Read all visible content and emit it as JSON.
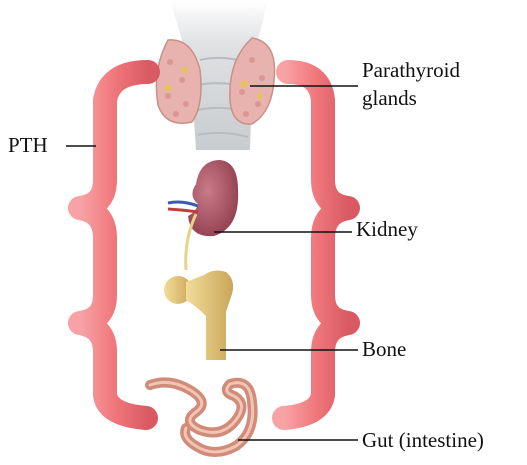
{
  "labels": {
    "parathyroid_line1": "Parathyroid",
    "parathyroid_line2": "glands",
    "pth": "PTH",
    "kidney": "Kidney",
    "bone": "Bone",
    "gut": "Gut (intestine)"
  },
  "colors": {
    "vessel": "#f0777c",
    "vessel_dark": "#d95a62",
    "thyroid_tissue": "#e8b3ae",
    "trachea": "#d6d8da",
    "kidney": "#a85060",
    "bone": "#e6c77a",
    "gut": "#d08c78",
    "leader_line": "#111111"
  }
}
